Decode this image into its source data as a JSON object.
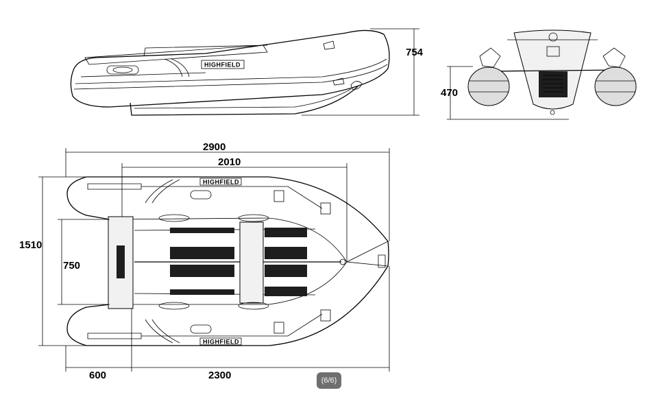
{
  "drawing": {
    "brand": "HIGHFIELD",
    "side_view": {
      "height": "754"
    },
    "rear_view": {
      "height": "470"
    },
    "top_view": {
      "overall_length": "2900",
      "inner_length": "2010",
      "overall_width": "1510",
      "inner_width": "750",
      "stern_section": "600",
      "hull_section": "2300"
    }
  },
  "pager": {
    "label": "(6/6)"
  }
}
